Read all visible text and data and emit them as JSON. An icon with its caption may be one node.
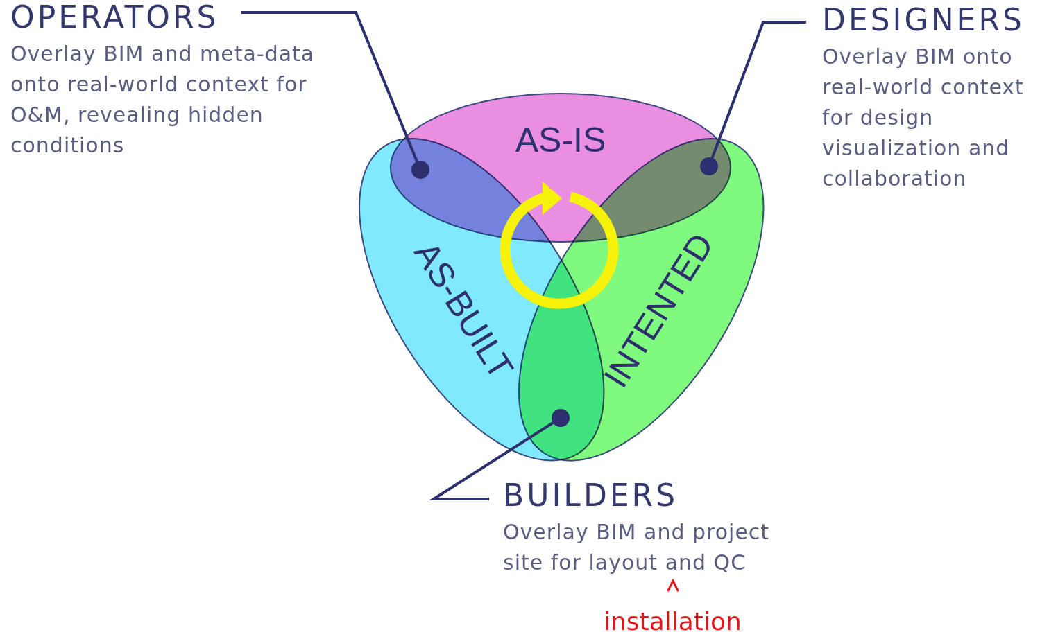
{
  "diagram": {
    "nodes": [
      {
        "text": [
          "AS-IS"
        ]
      },
      {
        "text": [
          "AS-BUILT"
        ]
      },
      {
        "text": [
          "INTENTED"
        ]
      },
      {
        "text": [
          "OPERATORS",
          "Overlay BIM and meta-data onto real-world context for O&M, revealing hidden conditions"
        ]
      },
      {
        "text": [],
        "shape": "circle"
      },
      {
        "text": [
          "DESIGNERS",
          "Overlay BIM onto real-world context for design visualization and collaboration"
        ]
      },
      {
        "text": [],
        "shape": "circle"
      },
      {
        "text": [
          "BUILDERS",
          "Overlay BIM and project site for layout and QC"
        ]
      },
      {
        "text": [],
        "shape": "circle"
      }
    ],
    "edges": [
      {
        "from": 3,
        "to": 4,
        "arrow": "none"
      },
      {
        "from": 5,
        "to": 6,
        "arrow": "none"
      },
      {
        "from": 7,
        "to": 8,
        "arrow": "none"
      }
    ],
    "labels": [
      "installation"
    ]
  }
}
